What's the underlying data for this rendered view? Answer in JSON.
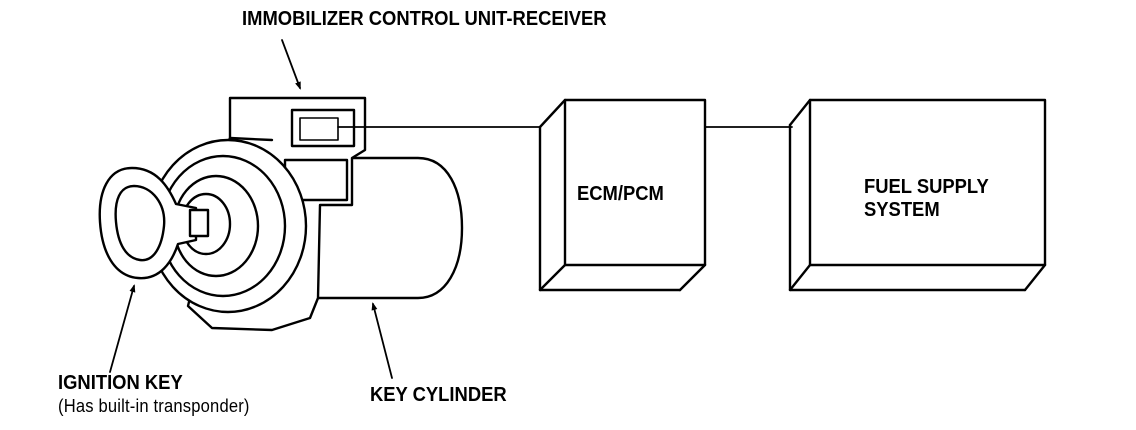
{
  "labels": {
    "immobilizer": "IMMOBILIZER CONTROL UNIT-RECEIVER",
    "ecm": "ECM/PCM",
    "fuel_line1": "FUEL SUPPLY",
    "fuel_line2": "SYSTEM",
    "ignition_key": "IGNITION KEY",
    "ignition_key_note": "(Has built-in transponder)",
    "key_cylinder": "KEY CYLINDER"
  },
  "colors": {
    "ink": "#000000",
    "background": "#ffffff"
  }
}
